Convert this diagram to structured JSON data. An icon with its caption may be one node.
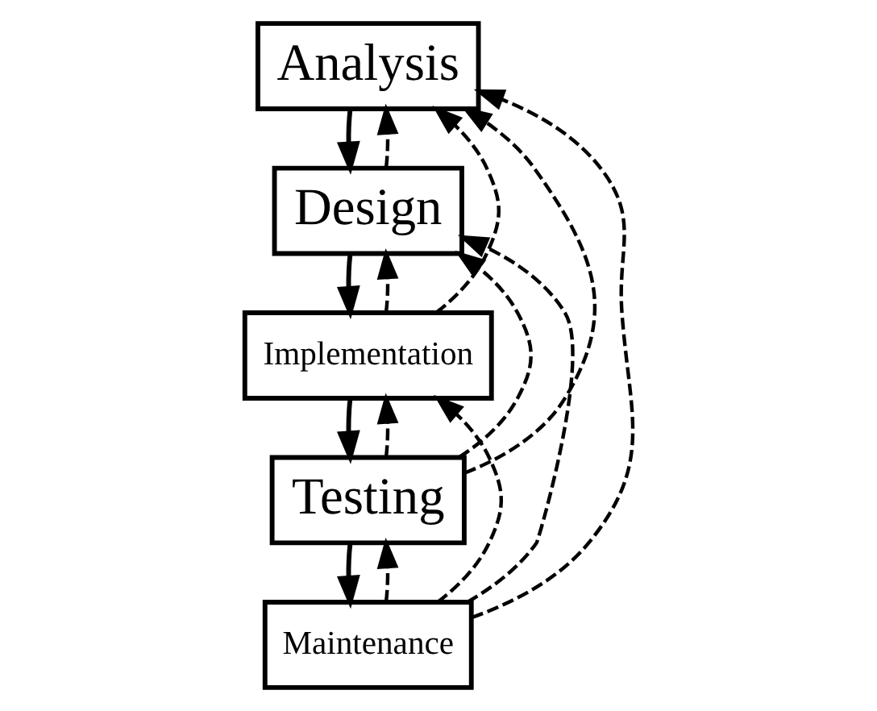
{
  "diagram": {
    "nodes": [
      {
        "text": [
          "Analysis"
        ]
      },
      {
        "text": [
          "Design"
        ]
      },
      {
        "text": [
          "Implementation"
        ]
      },
      {
        "text": [
          "Testing"
        ]
      },
      {
        "text": [
          "Maintenance"
        ]
      }
    ],
    "edges": [
      {
        "from": 0,
        "to": 1,
        "arrow": "to"
      },
      {
        "from": 1,
        "to": 2,
        "arrow": "to"
      },
      {
        "from": 2,
        "to": 3,
        "arrow": "to"
      },
      {
        "from": 3,
        "to": 4,
        "arrow": "to"
      },
      {
        "from": 1,
        "to": 0,
        "arrow": "to",
        "style": "dashed"
      },
      {
        "from": 2,
        "to": 0,
        "arrow": "to",
        "style": "dashed"
      },
      {
        "from": 2,
        "to": 1,
        "arrow": "to",
        "style": "dashed"
      },
      {
        "from": 3,
        "to": 0,
        "arrow": "to",
        "style": "dashed"
      },
      {
        "from": 3,
        "to": 1,
        "arrow": "to",
        "style": "dashed"
      },
      {
        "from": 3,
        "to": 2,
        "arrow": "to",
        "style": "dashed"
      },
      {
        "from": 4,
        "to": 0,
        "arrow": "to",
        "style": "dashed"
      },
      {
        "from": 4,
        "to": 1,
        "arrow": "to",
        "style": "dashed"
      },
      {
        "from": 4,
        "to": 2,
        "arrow": "to",
        "style": "dashed"
      },
      {
        "from": 4,
        "to": 3,
        "arrow": "to",
        "style": "dashed"
      }
    ]
  }
}
